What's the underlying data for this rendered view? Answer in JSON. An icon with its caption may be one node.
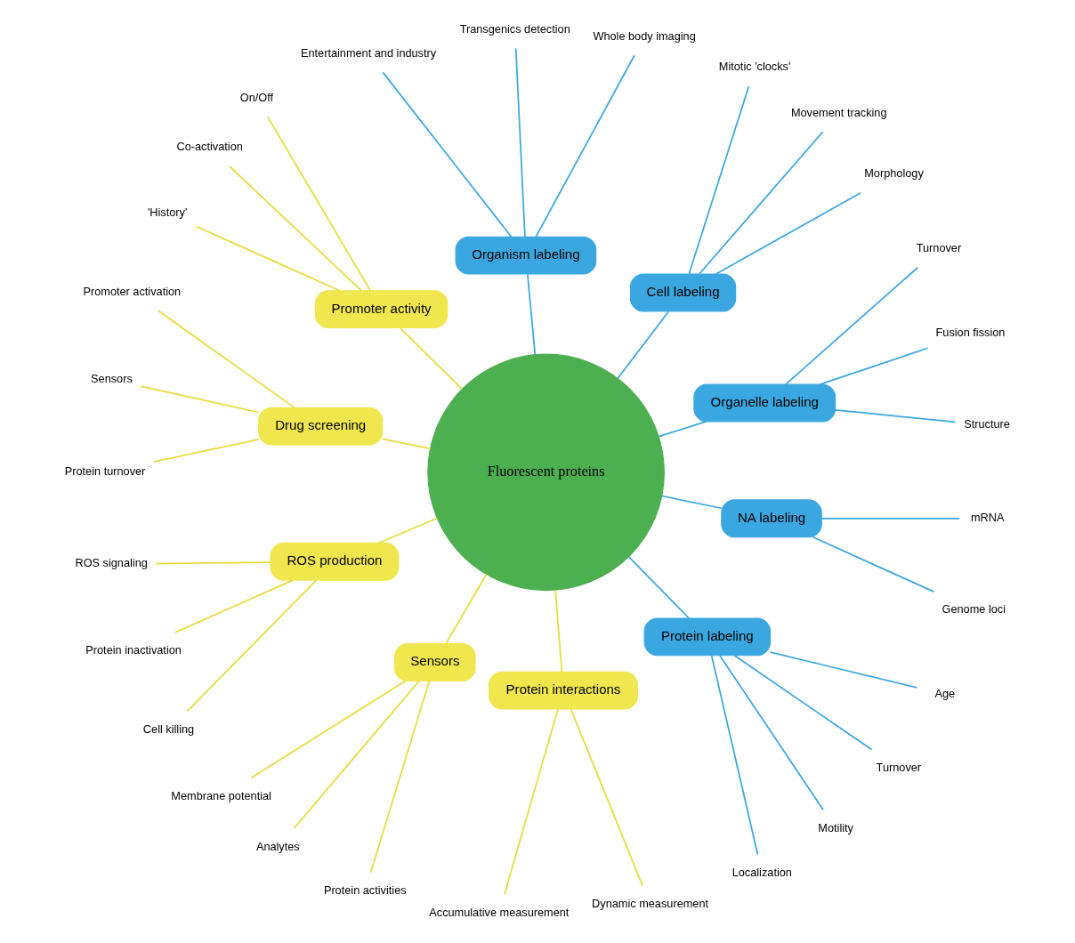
{
  "diagram": {
    "nodes": [
      {
        "text": [
          "Fluorescent proteins"
        ]
      },
      {
        "text": [
          "Organelle labeling"
        ]
      },
      {
        "text": [
          "Cell labeling"
        ]
      },
      {
        "text": [
          "Organism labeling"
        ]
      },
      {
        "text": [
          "Promoter activity"
        ]
      },
      {
        "text": [
          "Drug screening"
        ]
      },
      {
        "text": [
          "ROS production"
        ]
      },
      {
        "text": [
          "Sensors"
        ]
      },
      {
        "text": [
          "Protein interactions"
        ]
      },
      {
        "text": [
          "Protein labeling"
        ]
      },
      {
        "text": [
          "NA labeling"
        ]
      },
      {
        "text": [
          "Structure"
        ]
      },
      {
        "text": [
          "Fusion fission"
        ]
      },
      {
        "text": [
          "Turnover"
        ]
      },
      {
        "text": [
          "Morphology"
        ]
      },
      {
        "text": [
          "Movement tracking"
        ]
      },
      {
        "text": [
          "Mitotic 'clocks'"
        ]
      },
      {
        "text": [
          "Whole body imaging"
        ]
      },
      {
        "text": [
          "Transgenics detection"
        ]
      },
      {
        "text": [
          "Entertainment and industry"
        ]
      },
      {
        "text": [
          "On/Off"
        ]
      },
      {
        "text": [
          "Co-activation"
        ]
      },
      {
        "text": [
          "'History'"
        ]
      },
      {
        "text": [
          "Promoter activation"
        ]
      },
      {
        "text": [
          "Sensors"
        ]
      },
      {
        "text": [
          "Protein turnover"
        ]
      },
      {
        "text": [
          "ROS signaling"
        ]
      },
      {
        "text": [
          "Protein inactivation"
        ]
      },
      {
        "text": [
          "Cell killing"
        ]
      },
      {
        "text": [
          "Membrane potential"
        ]
      },
      {
        "text": [
          "Analytes"
        ]
      },
      {
        "text": [
          "Protein activities"
        ]
      },
      {
        "text": [
          "Accumulative measurement"
        ]
      },
      {
        "text": [
          "Dynamic measurement"
        ]
      },
      {
        "text": [
          "Localization"
        ]
      },
      {
        "text": [
          "Motility"
        ]
      },
      {
        "text": [
          "Turnover"
        ]
      },
      {
        "text": [
          "Age"
        ]
      },
      {
        "text": [
          "Genome loci"
        ]
      },
      {
        "text": [
          "mRNA"
        ]
      }
    ],
    "edges": [
      {
        "from": 0,
        "to": 1,
        "arrow": "none"
      },
      {
        "from": 0,
        "to": 2,
        "arrow": "none"
      },
      {
        "from": 0,
        "to": 3,
        "arrow": "none"
      },
      {
        "from": 0,
        "to": 4,
        "arrow": "none",
        "color": "#e6dc3c"
      },
      {
        "from": 0,
        "to": 5,
        "arrow": "none",
        "color": "#e6dc3c"
      },
      {
        "from": 0,
        "to": 6,
        "arrow": "none",
        "color": "#e6dc3c"
      },
      {
        "from": 0,
        "to": 7,
        "arrow": "none",
        "color": "#e6dc3c"
      },
      {
        "from": 0,
        "to": 8,
        "arrow": "none",
        "color": "#e6dc3c"
      },
      {
        "from": 0,
        "to": 9,
        "arrow": "none"
      },
      {
        "from": 0,
        "to": 10,
        "arrow": "none"
      },
      {
        "from": 1,
        "to": 11,
        "arrow": "none"
      },
      {
        "from": 1,
        "to": 12,
        "arrow": "none"
      },
      {
        "from": 1,
        "to": 13,
        "arrow": "none"
      },
      {
        "from": 2,
        "to": 14,
        "arrow": "none"
      },
      {
        "from": 2,
        "to": 15,
        "arrow": "none"
      },
      {
        "from": 2,
        "to": 16,
        "arrow": "none"
      },
      {
        "from": 3,
        "to": 17,
        "arrow": "none"
      },
      {
        "from": 3,
        "to": 18,
        "arrow": "none"
      },
      {
        "from": 3,
        "to": 19,
        "arrow": "none"
      },
      {
        "from": 4,
        "to": 20,
        "arrow": "none",
        "color": "#e6dc3c"
      },
      {
        "from": 4,
        "to": 21,
        "arrow": "none",
        "color": "#e6dc3c"
      },
      {
        "from": 4,
        "to": 22,
        "arrow": "none",
        "color": "#e6dc3c"
      },
      {
        "from": 5,
        "to": 23,
        "arrow": "none",
        "color": "#e6dc3c"
      },
      {
        "from": 5,
        "to": 24,
        "arrow": "none",
        "color": "#e6dc3c"
      },
      {
        "from": 5,
        "to": 25,
        "arrow": "none",
        "color": "#e6dc3c"
      },
      {
        "from": 6,
        "to": 26,
        "arrow": "none",
        "color": "#e6dc3c"
      },
      {
        "from": 6,
        "to": 27,
        "arrow": "none",
        "color": "#e6dc3c"
      },
      {
        "from": 6,
        "to": 28,
        "arrow": "none",
        "color": "#e6dc3c"
      },
      {
        "from": 7,
        "to": 29,
        "arrow": "none",
        "color": "#e6dc3c"
      },
      {
        "from": 7,
        "to": 30,
        "arrow": "none",
        "color": "#e6dc3c"
      },
      {
        "from": 7,
        "to": 31,
        "arrow": "none",
        "color": "#e6dc3c"
      },
      {
        "from": 8,
        "to": 32,
        "arrow": "none",
        "color": "#e6dc3c"
      },
      {
        "from": 8,
        "to": 33,
        "arrow": "none",
        "color": "#e6dc3c"
      },
      {
        "from": 9,
        "to": 34,
        "arrow": "none"
      },
      {
        "from": 9,
        "to": 35,
        "arrow": "none"
      },
      {
        "from": 9,
        "to": 36,
        "arrow": "none"
      },
      {
        "from": 9,
        "to": 37,
        "arrow": "none"
      },
      {
        "from": 10,
        "to": 38,
        "arrow": "none"
      },
      {
        "from": 10,
        "to": 39,
        "arrow": "none"
      }
    ]
  }
}
